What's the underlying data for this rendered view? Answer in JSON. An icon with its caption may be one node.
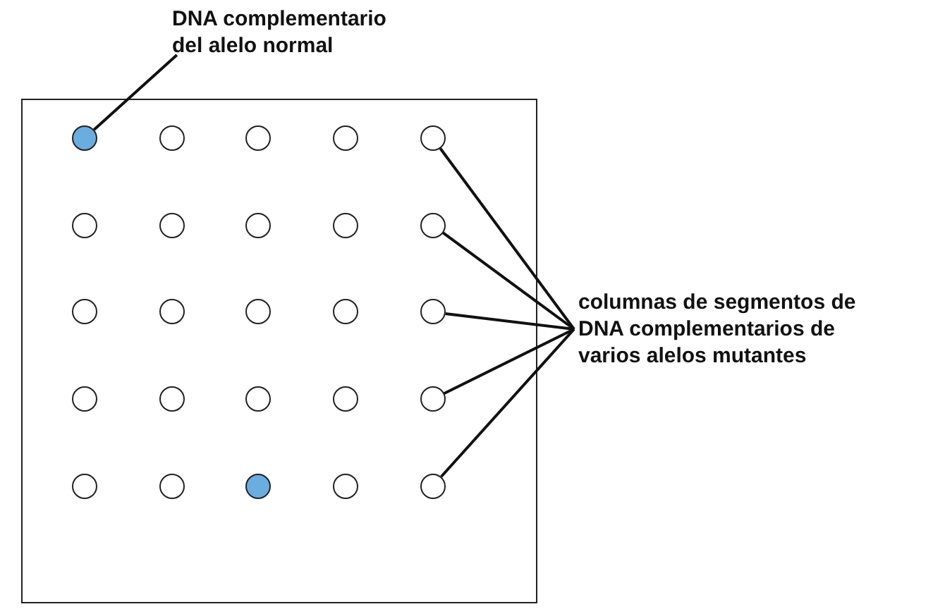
{
  "diagram": {
    "nodes": [
      {
        "text": [
          "DNA complementario del alelo normal"
        ]
      },
      {
        "text": [],
        "shape": "box"
      },
      {
        "text": [],
        "shape": "circle",
        "in": 1
      },
      {
        "text": [],
        "shape": "circle",
        "in": 1
      },
      {
        "text": [],
        "shape": "circle",
        "in": 1
      },
      {
        "text": [],
        "shape": "circle",
        "in": 1
      },
      {
        "text": [],
        "shape": "circle",
        "in": 1
      },
      {
        "text": [],
        "shape": "circle",
        "in": 1
      },
      {
        "text": [],
        "shape": "circle",
        "in": 1
      },
      {
        "text": [],
        "shape": "circle",
        "in": 1
      },
      {
        "text": [],
        "shape": "circle",
        "in": 1
      },
      {
        "text": [],
        "shape": "circle",
        "in": 1
      },
      {
        "text": [],
        "shape": "circle",
        "in": 1
      },
      {
        "text": [],
        "shape": "circle",
        "in": 1
      },
      {
        "text": [],
        "shape": "circle",
        "in": 1
      },
      {
        "text": [],
        "shape": "circle",
        "in": 1
      },
      {
        "text": [],
        "shape": "circle",
        "in": 1
      },
      {
        "text": [],
        "shape": "circle",
        "in": 1
      },
      {
        "text": [],
        "shape": "circle",
        "in": 1
      },
      {
        "text": [],
        "shape": "circle",
        "in": 1
      },
      {
        "text": [],
        "shape": "circle",
        "in": 1
      },
      {
        "text": [],
        "shape": "circle",
        "in": 1
      },
      {
        "text": [],
        "shape": "circle",
        "in": 1
      },
      {
        "text": [],
        "shape": "circle",
        "in": 1
      },
      {
        "text": [],
        "shape": "circle",
        "in": 1
      },
      {
        "text": [],
        "shape": "circle",
        "in": 1
      },
      {
        "text": [],
        "shape": "circle",
        "in": 1
      },
      {
        "text": [
          "columnas de segmentos de DNA complementarios de varios alelos mutantes"
        ]
      }
    ],
    "edges": [
      {
        "from": 0,
        "to": 2,
        "arrow": "none"
      },
      {
        "from": 27,
        "to": 6,
        "arrow": "none"
      },
      {
        "from": 27,
        "to": 11,
        "arrow": "none"
      },
      {
        "from": 27,
        "to": 16,
        "arrow": "none"
      },
      {
        "from": 27,
        "to": 21,
        "arrow": "none"
      },
      {
        "from": 27,
        "to": 26,
        "arrow": "none"
      }
    ]
  }
}
